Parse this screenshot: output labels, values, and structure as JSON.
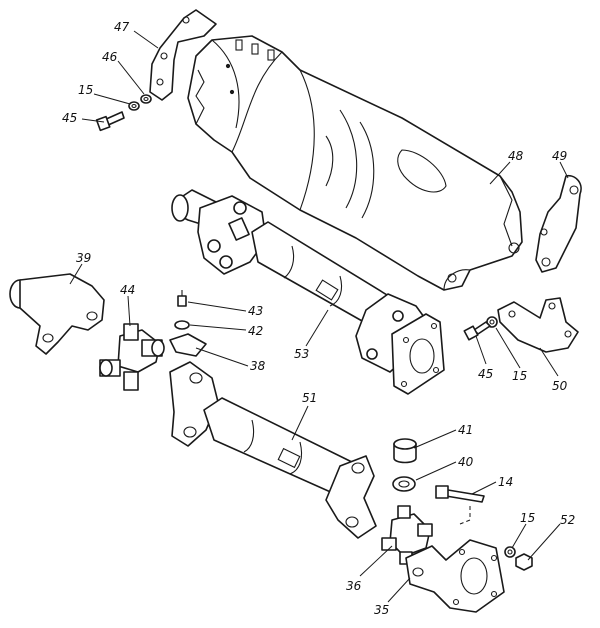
{
  "callouts": [
    {
      "id": "c47",
      "text": "47"
    },
    {
      "id": "c46",
      "text": "46"
    },
    {
      "id": "c15a",
      "text": "15"
    },
    {
      "id": "c45a",
      "text": "45"
    },
    {
      "id": "c48",
      "text": "48"
    },
    {
      "id": "c49",
      "text": "49"
    },
    {
      "id": "c39",
      "text": "39"
    },
    {
      "id": "c44",
      "text": "44"
    },
    {
      "id": "c43",
      "text": "43"
    },
    {
      "id": "c42",
      "text": "42"
    },
    {
      "id": "c38",
      "text": "38"
    },
    {
      "id": "c53",
      "text": "53"
    },
    {
      "id": "c45b",
      "text": "45"
    },
    {
      "id": "c15b",
      "text": "15"
    },
    {
      "id": "c50",
      "text": "50"
    },
    {
      "id": "c51",
      "text": "51"
    },
    {
      "id": "c41",
      "text": "41"
    },
    {
      "id": "c40",
      "text": "40"
    },
    {
      "id": "c14",
      "text": "14"
    },
    {
      "id": "c15c",
      "text": "15"
    },
    {
      "id": "c52",
      "text": "52"
    },
    {
      "id": "c36",
      "text": "36"
    },
    {
      "id": "c35",
      "text": "35"
    }
  ]
}
